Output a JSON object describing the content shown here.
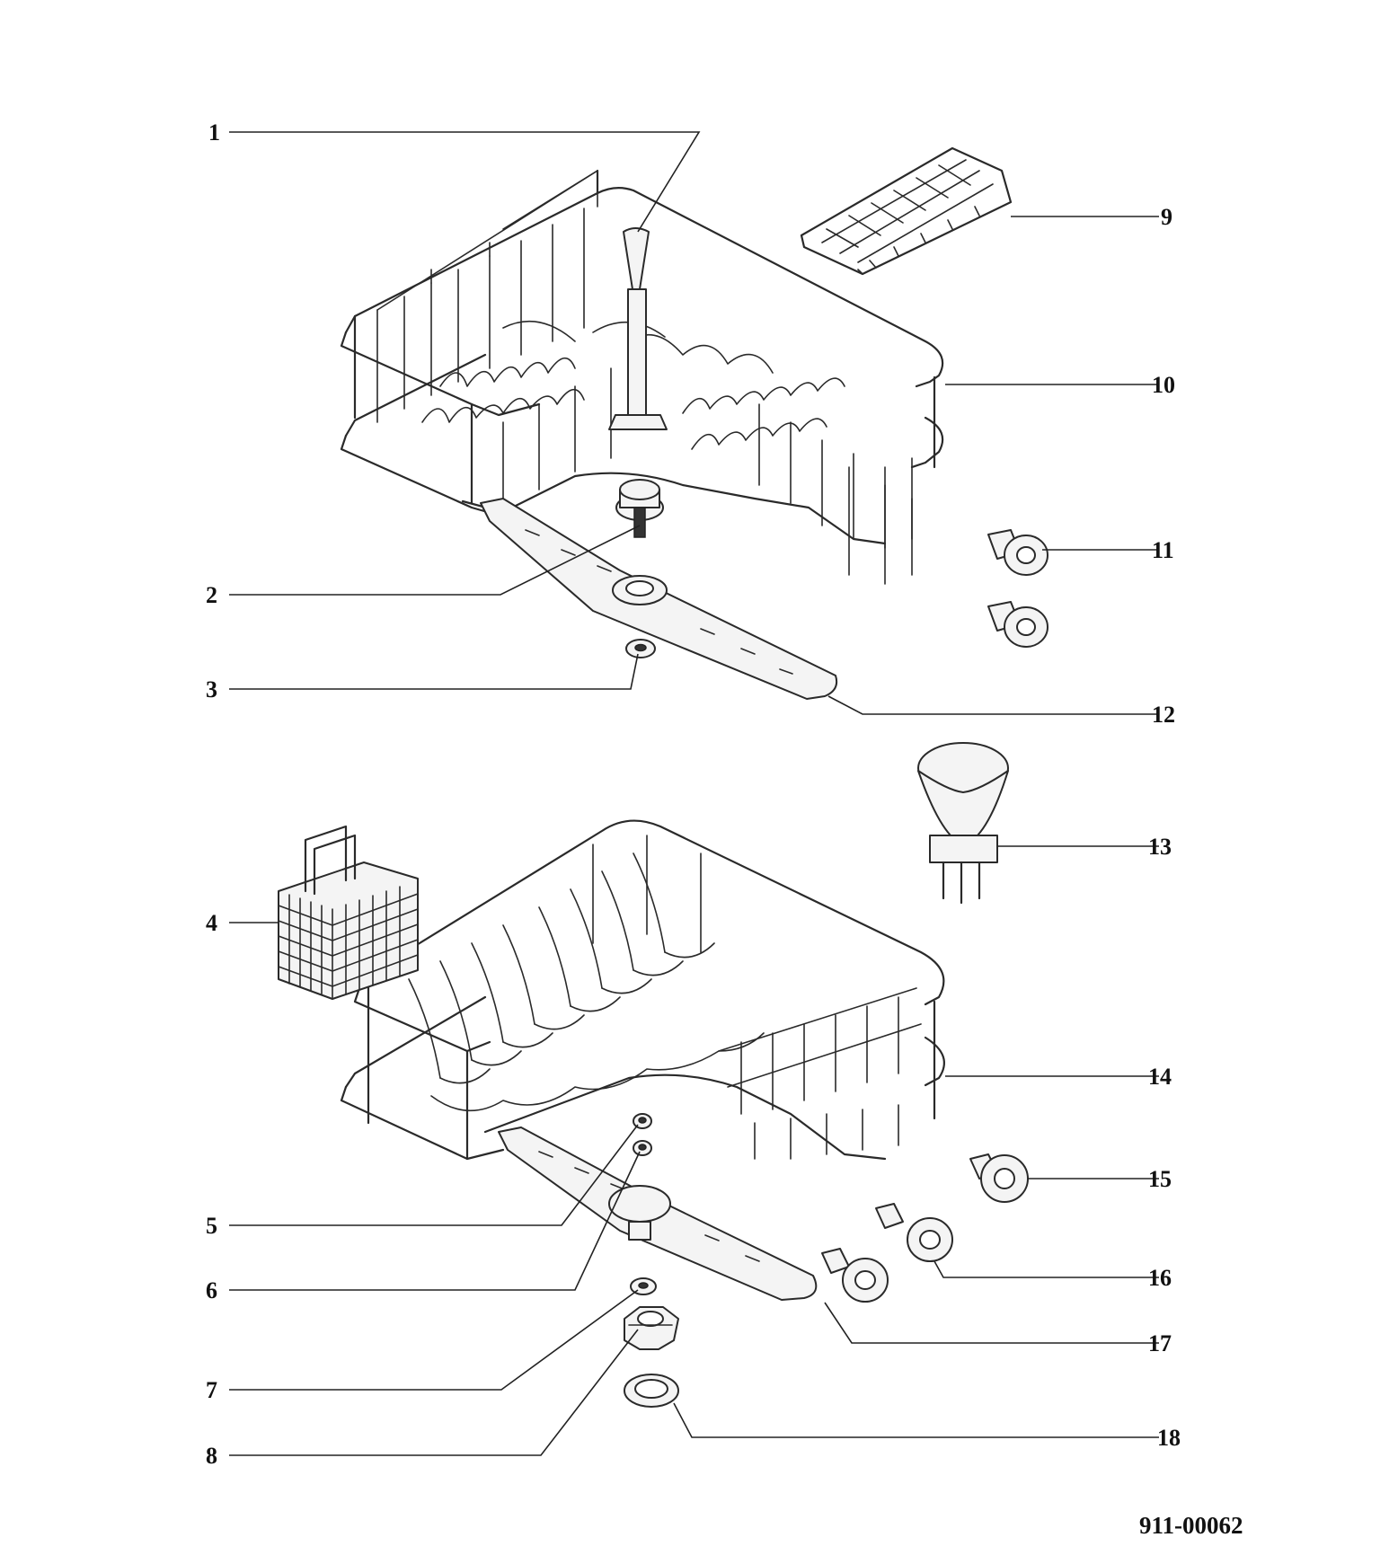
{
  "diagram": {
    "callouts": [
      {
        "n": "1"
      },
      {
        "n": "2"
      },
      {
        "n": "3"
      },
      {
        "n": "4"
      },
      {
        "n": "5"
      },
      {
        "n": "6"
      },
      {
        "n": "7"
      },
      {
        "n": "8"
      },
      {
        "n": "9"
      },
      {
        "n": "10"
      },
      {
        "n": "11"
      },
      {
        "n": "12"
      },
      {
        "n": "13"
      },
      {
        "n": "14"
      },
      {
        "n": "15"
      },
      {
        "n": "16"
      },
      {
        "n": "17"
      },
      {
        "n": "18"
      }
    ],
    "part_code": "911-00062"
  }
}
